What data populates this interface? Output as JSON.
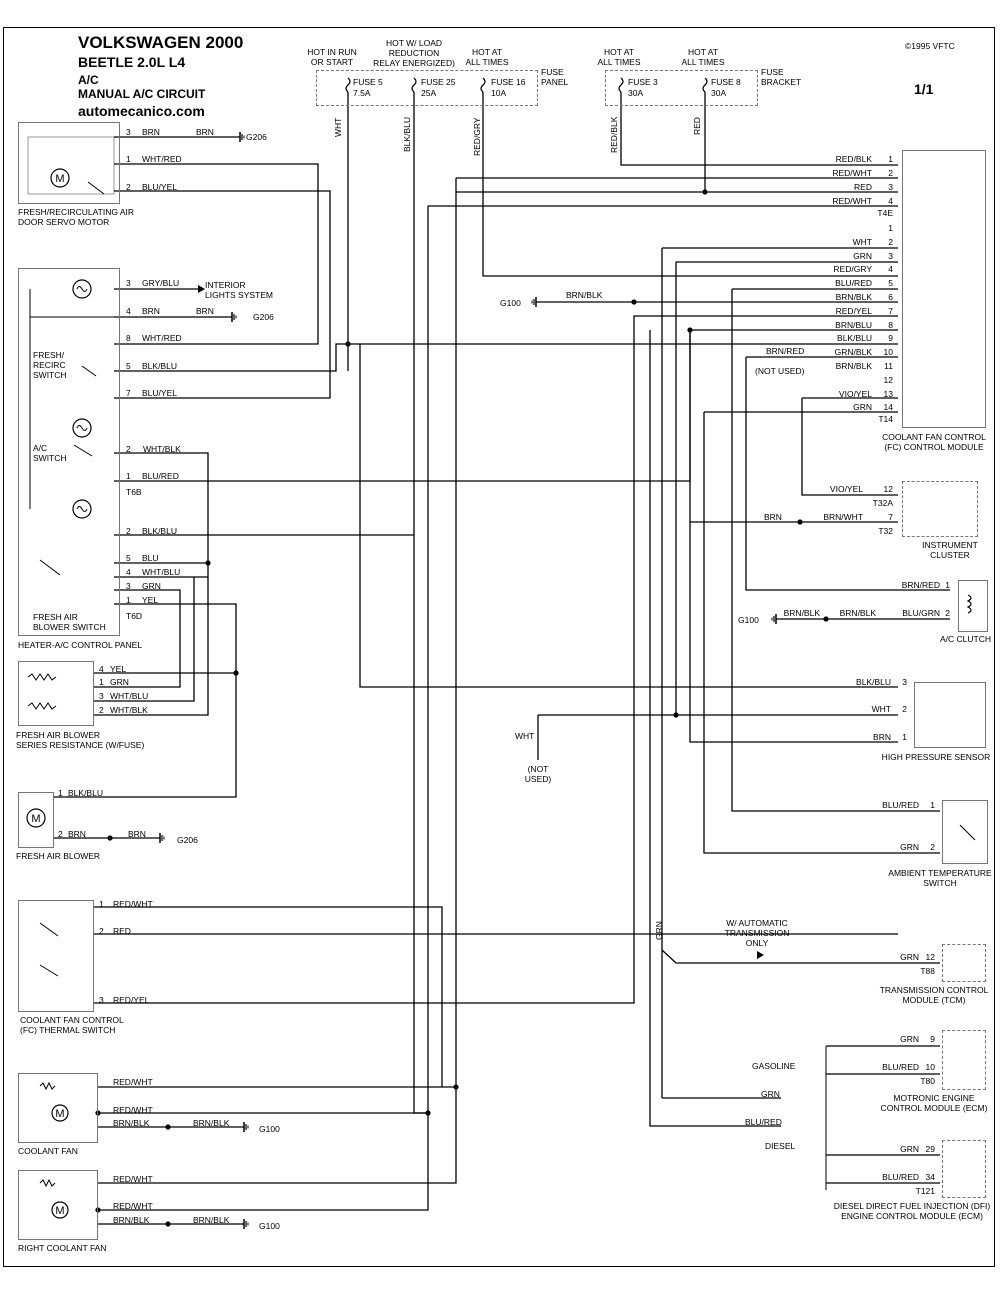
{
  "header": {
    "title": "VOLKSWAGEN 2000",
    "model": "BEETLE  2.0L  L4",
    "system": "A/C",
    "circuit": "MANUAL A/C CIRCUIT",
    "website": "automecanico.com",
    "copyright": "©1995 VFTC",
    "page": "1/1"
  },
  "fuse_panel": {
    "label": "FUSE\nPANEL",
    "fuses": [
      {
        "top": "HOT IN RUN\nOR START",
        "name": "FUSE 5",
        "rating": "7.5A",
        "wire": "WHT"
      },
      {
        "top": "HOT W/ LOAD\nREDUCTION\nRELAY ENERGIZED)",
        "name": "FUSE 25",
        "rating": "25A",
        "wire": "BLK/BLU"
      },
      {
        "top": "HOT AT\nALL TIMES",
        "name": "FUSE 16",
        "rating": "10A",
        "wire": "RED/GRY"
      }
    ]
  },
  "fuse_bracket": {
    "label": "FUSE\nBRACKET",
    "fuses": [
      {
        "top": "HOT AT\nALL TIMES",
        "name": "FUSE 3",
        "rating": "30A",
        "wire": "RED/BLK"
      },
      {
        "top": "HOT AT\nALL TIMES",
        "name": "FUSE 8",
        "rating": "30A",
        "wire": "RED"
      }
    ]
  },
  "components": {
    "servo": "FRESH/RECIRCULATING AIR\nDOOR SERVO MOTOR",
    "panel": "HEATER-A/C CONTROL PANEL",
    "fresh_recirc_switch": "FRESH/\nRECIRC\nSWITCH",
    "ac_switch": "A/C\nSWITCH",
    "blower_switch": "FRESH AIR\nBLOWER SWITCH",
    "interior_lights": "INTERIOR\nLIGHTS SYSTEM",
    "series_resistance": "FRESH AIR BLOWER\nSERIES RESISTANCE (W/FUSE)",
    "blower": "FRESH AIR BLOWER",
    "thermal_switch": "COOLANT FAN CONTROL\n(FC) THERMAL SWITCH",
    "coolant_fan": "COOLANT FAN",
    "right_coolant_fan": "RIGHT COOLANT FAN",
    "fc_module": "COOLANT FAN CONTROL\n(FC) CONTROL MODULE",
    "instrument_cluster": "INSTRUMENT\nCLUSTER",
    "ac_clutch": "A/C CLUTCH",
    "high_pressure_sensor": "HIGH PRESSURE SENSOR",
    "ambient_switch": "AMBIENT TEMPERATURE\nSWITCH",
    "tcm": "TRANSMISSION CONTROL\nMODULE (TCM)",
    "ecm": "MOTRONIC ENGINE\nCONTROL MODULE (ECM)",
    "dfi": "DIESEL DIRECT FUEL INJECTION (DFI)\nENGINE CONTROL MODULE (ECM)"
  },
  "notes": {
    "not_used": "(NOT USED)",
    "not_used_wht": "(NOT\nUSED)",
    "auto_trans": "W/ AUTOMATIC\nTRANSMISSION\nONLY",
    "gasoline": "GASOLINE",
    "diesel": "DIESEL"
  },
  "grounds": {
    "g206": "G206",
    "g100": "G100"
  },
  "connectors": {
    "t4e": "T4E",
    "t14": "T14",
    "t6b": "T6B",
    "t6d": "T6D",
    "t32a": "T32A",
    "t32": "T32",
    "t88": "T88",
    "t80": "T80",
    "t121": "T121"
  },
  "fc_pins_t4e": [
    {
      "pin": "1",
      "wire": "RED/BLK"
    },
    {
      "pin": "2",
      "wire": "RED/WHT"
    },
    {
      "pin": "3",
      "wire": "RED"
    },
    {
      "pin": "4",
      "wire": "RED/WHT"
    }
  ],
  "fc_pins_t14": [
    {
      "pin": "1",
      "wire": ""
    },
    {
      "pin": "2",
      "wire": "WHT"
    },
    {
      "pin": "3",
      "wire": "GRN"
    },
    {
      "pin": "4",
      "wire": "RED/GRY"
    },
    {
      "pin": "5",
      "wire": "BLU/RED"
    },
    {
      "pin": "6",
      "wire": "BRN/BLK"
    },
    {
      "pin": "7",
      "wire": "RED/YEL"
    },
    {
      "pin": "8",
      "wire": "BRN/BLU"
    },
    {
      "pin": "9",
      "wire": "BLK/BLU"
    },
    {
      "pin": "10",
      "wire": "GRN/BLK"
    },
    {
      "pin": "11",
      "wire": "BRN/BLK"
    },
    {
      "pin": "12",
      "wire": ""
    },
    {
      "pin": "13",
      "wire": "VIO/YEL"
    },
    {
      "pin": "14",
      "wire": "GRN"
    }
  ],
  "servo_pins": [
    {
      "pin": "3",
      "wire": "BRN",
      "wire2": "BRN"
    },
    {
      "pin": "1",
      "wire": "WHT/RED"
    },
    {
      "pin": "2",
      "wire": "BLU/YEL"
    }
  ],
  "t6b_pins": [
    {
      "pin": "3",
      "wire": "GRY/BLU"
    },
    {
      "pin": "4",
      "wire": "BRN",
      "wire2": "BRN"
    },
    {
      "pin": "8",
      "wire": "WHT/RED"
    },
    {
      "pin": "5",
      "wire": "BLK/BLU"
    },
    {
      "pin": "7",
      "wire": "BLU/YEL"
    },
    {
      "pin": "2",
      "wire": "WHT/BLK"
    },
    {
      "pin": "1",
      "wire": "BLU/RED"
    }
  ],
  "t6d_pins": [
    {
      "pin": "2",
      "wire": "BLK/BLU"
    },
    {
      "pin": "5",
      "wire": "BLU"
    },
    {
      "pin": "4",
      "wire": "WHT/BLU"
    },
    {
      "pin": "3",
      "wire": "GRN"
    },
    {
      "pin": "1",
      "wire": "YEL"
    }
  ],
  "resistor_pins": [
    {
      "pin": "4",
      "wire": "YEL"
    },
    {
      "pin": "1",
      "wire": "GRN"
    },
    {
      "pin": "3",
      "wire": "WHT/BLU"
    },
    {
      "pin": "2",
      "wire": "WHT/BLK"
    }
  ],
  "blower_pins": [
    {
      "pin": "1",
      "wire": "BLK/BLU"
    },
    {
      "pin": "2",
      "wire": "BRN",
      "wire2": "BRN"
    }
  ],
  "thermal_pins": [
    {
      "pin": "1",
      "wire": "RED/WHT"
    },
    {
      "pin": "2",
      "wire": "RED"
    },
    {
      "pin": "3",
      "wire": "RED/YEL"
    }
  ],
  "coolant_fan_wires": [
    "RED/WHT",
    "RED/WHT",
    "BRN/BLK",
    "BRN/BLK"
  ],
  "right_fan_wires": [
    "RED/WHT",
    "RED/WHT",
    "BRN/BLK",
    "BRN/BLK"
  ],
  "g100_wire": "BRN/BLK",
  "cluster_pins": [
    {
      "pin": "12",
      "wire": "VIO/YEL"
    },
    {
      "pin": "7",
      "wire": "BRN/WHT",
      "wire2": "BRN"
    }
  ],
  "cluster_fc_wire": "BRN/RED",
  "clutch_pins": [
    {
      "pin": "1",
      "wire": "BRN/RED"
    },
    {
      "pin": "2",
      "wire": "BLU/GRN",
      "wire2": "BRN/BLK",
      "wire3": "BRN/BLK"
    }
  ],
  "hps_pins": [
    {
      "pin": "3",
      "wire": "BLK/BLU"
    },
    {
      "pin": "2",
      "wire": "WHT"
    },
    {
      "pin": "1",
      "wire": "BRN"
    }
  ],
  "hps_branch_wire": "WHT",
  "ambient_pins": [
    {
      "pin": "1",
      "wire": "BLU/RED"
    },
    {
      "pin": "2",
      "wire": "GRN"
    }
  ],
  "tcm_pin": {
    "pin": "12",
    "wire": "GRN"
  },
  "grn_vertical": "GRN",
  "ecm_pins": [
    {
      "pin": "9",
      "wire": "GRN"
    },
    {
      "pin": "10",
      "wire": "BLU/RED"
    }
  ],
  "ecm_feed": [
    "GRN",
    "BLU/RED"
  ],
  "dfi_pins": [
    {
      "pin": "29",
      "wire": "GRN"
    },
    {
      "pin": "34",
      "wire": "BLU/RED"
    }
  ]
}
